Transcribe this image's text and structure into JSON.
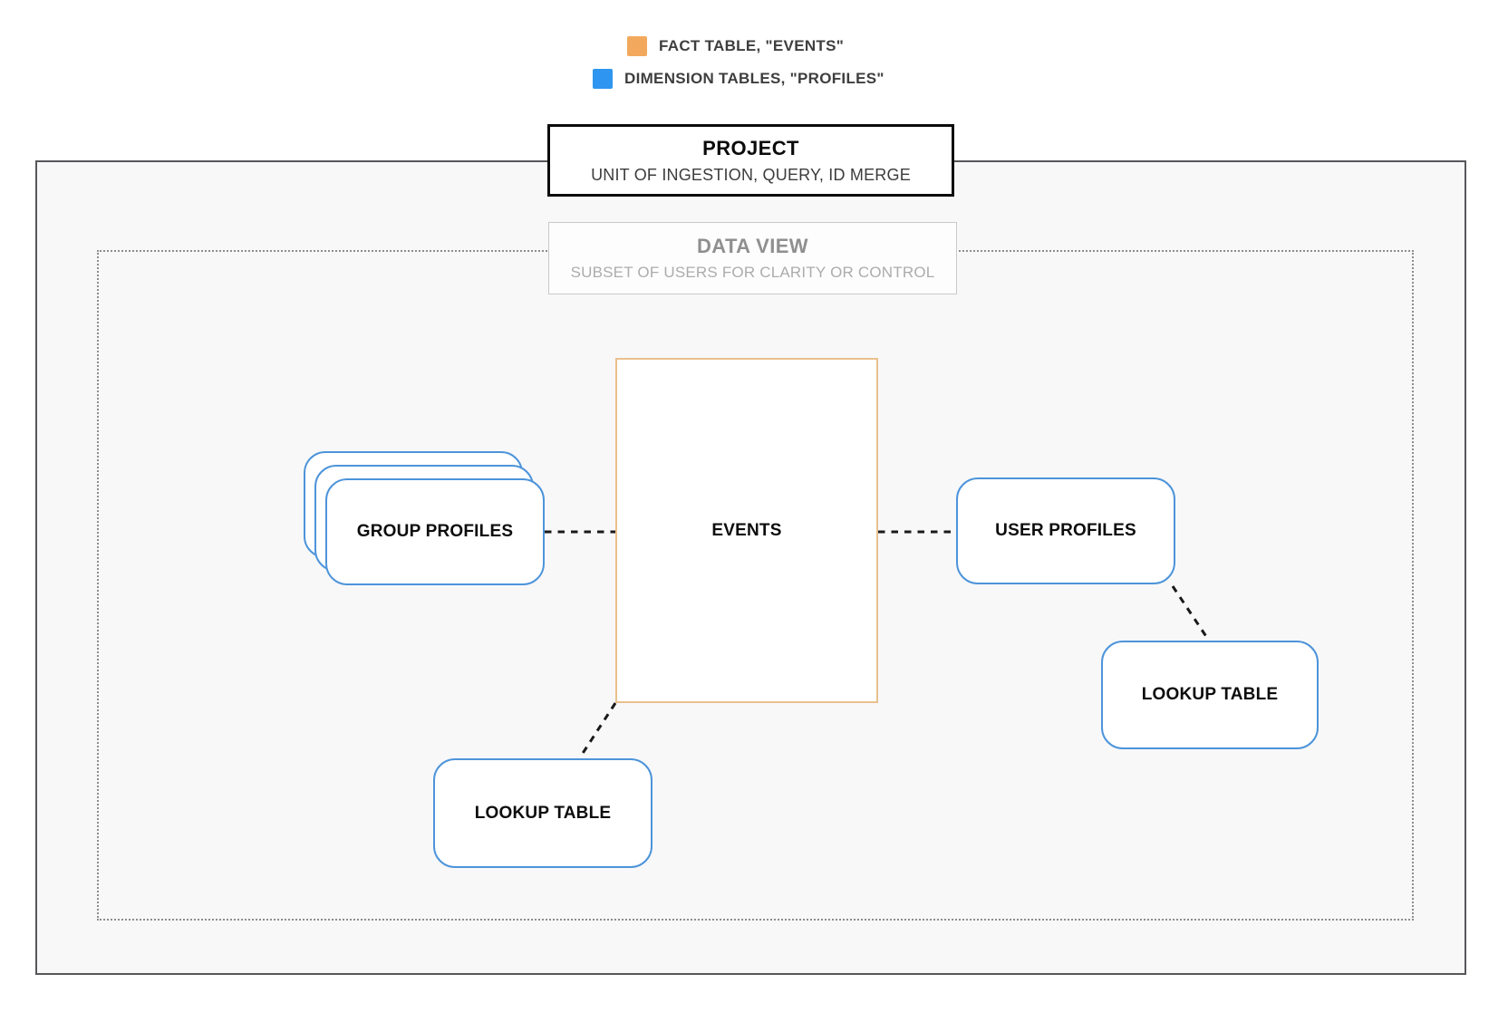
{
  "legend": {
    "items": [
      {
        "name": "fact-table",
        "label": "FACT TABLE, \"EVENTS\"",
        "color": "#F2A95D"
      },
      {
        "name": "dimension-tables",
        "label": "DIMENSION TABLES, \"PROFILES\"",
        "color": "#2E95F0"
      }
    ]
  },
  "containers": {
    "project": {
      "title": "PROJECT",
      "subtitle": "UNIT OF INGESTION, QUERY, ID MERGE"
    },
    "data_view": {
      "title": "DATA VIEW",
      "subtitle": "SUBSET OF USERS FOR CLARITY OR CONTROL"
    }
  },
  "nodes": {
    "group_profiles": {
      "label": "GROUP PROFILES",
      "type": "dimension"
    },
    "events": {
      "label": "EVENTS",
      "type": "fact"
    },
    "user_profiles": {
      "label": "USER PROFILES",
      "type": "dimension"
    },
    "lookup_table_bottom": {
      "label": "LOOKUP TABLE",
      "type": "dimension"
    },
    "lookup_table_right": {
      "label": "LOOKUP TABLE",
      "type": "dimension"
    }
  },
  "edges": [
    {
      "from": "group_profiles",
      "to": "events",
      "style": "dashed"
    },
    {
      "from": "events",
      "to": "user_profiles",
      "style": "dashed"
    },
    {
      "from": "user_profiles",
      "to": "lookup_table_right",
      "style": "dashed"
    },
    {
      "from": "events",
      "to": "lookup_table_bottom",
      "style": "dashed"
    }
  ],
  "colors": {
    "fact_swatch": "#F2A95D",
    "dimension_swatch": "#2E95F0",
    "fact_border": "#E9C18D",
    "dimension_border": "#4D94DA",
    "edge_color": "#1a1a1a"
  }
}
